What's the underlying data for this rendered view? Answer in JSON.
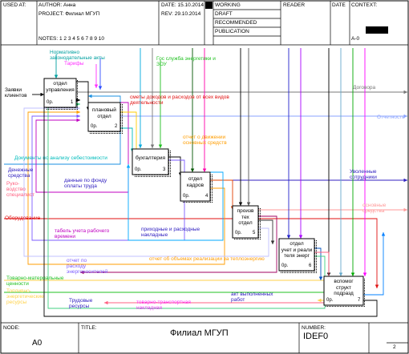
{
  "header": {
    "used_at": "USED AT:",
    "author": "AUTHOR: Анна",
    "project": "PROJECT: Филиал МГУП",
    "notes": "NOTES: 1 2 3 4 5 6 7 8 9 10",
    "date": "DATE: 15.10.2014",
    "rev": "REV: 29.10.2014",
    "status": [
      "WORKING",
      "DRAFT",
      "RECOMMENDED",
      "PUBLICATION"
    ],
    "reader": "READER",
    "date2": "DATE",
    "context": "CONTEXT:",
    "context_id": "A-0"
  },
  "footer": {
    "node_label": "NODE:",
    "node_value": "A0",
    "title_label": "TITLE:",
    "title_value": "Филиал МГУП",
    "number_label": "NUMBER:",
    "number_value": "IDEF0",
    "page": "2"
  },
  "boxes": [
    {
      "name": "отдел\nуправления",
      "num": "1",
      "cost": "0р."
    },
    {
      "name": "плановый\nотдел",
      "num": "2",
      "cost": "0р."
    },
    {
      "name": "бухгалтерия",
      "num": "3",
      "cost": "0р."
    },
    {
      "name": "отдел\nкадров",
      "num": "4",
      "cost": "0р."
    },
    {
      "name": "произв\nтех\nотдел",
      "num": "5",
      "cost": "0р."
    },
    {
      "name": "отдел\nучет и реали\nтеля энерг",
      "num": "6",
      "cost": "0р."
    },
    {
      "name": "вспомог\nструкт\nподразд",
      "num": "7",
      "cost": "0р."
    }
  ],
  "labels": {
    "zayavki": "Заявки\nклиентов",
    "normativno": "Нормативно\nзаконодательные акты",
    "tarify": "Тарифы",
    "gos": "Гос служба энергетики и\nЗОУ",
    "dogovora": "Договора",
    "otchetnost": "Отчетность",
    "smety": "сметы доходов и расходов от всех видов\nдеятельности",
    "otchet_dvizh": "отчет о движении\nосновных средств",
    "dokumenty": "Документы по анализу себестоимости",
    "denezhnye": "Денежные\nсредства",
    "ruk": "Руко-\nводство\nспециалист",
    "dannye_fond": "данные по фонду\nоплаты труда",
    "uvolennye": "Уволенные\nсотрудники",
    "oborudovanie": "Оборудование",
    "osnovnye": "основные\nсредства",
    "tabel": "табель учета рабочего\nвремени",
    "prikhodnye": "приходные и расходные\nнакладные",
    "otchet_raskhod": "отчет по\nрасходу\nэнергоносителей",
    "otchet_obem": "отчет об объемах реализации за теплоэнергию",
    "tovarno": "Товарно-материальные\nценности",
    "toplivnye": "Топливно-\nэнергетические\nресурсы",
    "trudovye": "Трудовые\nресурсы",
    "tovarno_trans": "товарно-транспортная\nнакладная",
    "akt": "акт выполненных\nработ"
  }
}
